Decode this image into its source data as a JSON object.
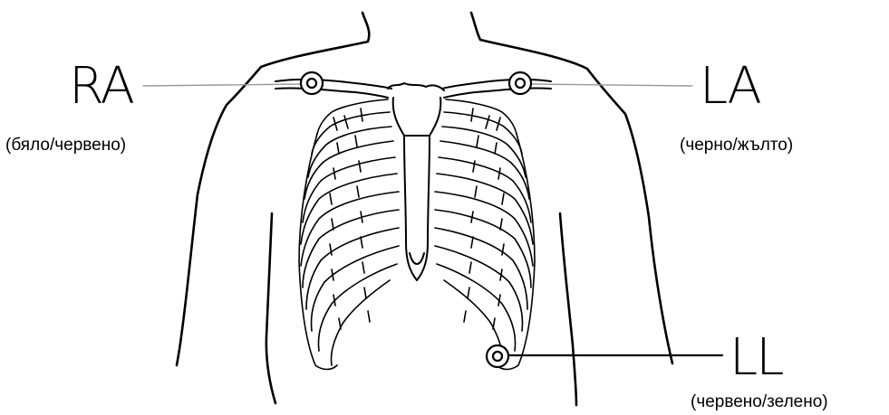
{
  "electrodes": {
    "ra": {
      "code": "RA",
      "color_note": "(бяло/червено)"
    },
    "la": {
      "code": "LA",
      "color_note": "(черно/жълто)"
    },
    "ll": {
      "code": "LL",
      "color_note": "(червено/зелено)"
    }
  },
  "colors": {
    "stroke": "#000000",
    "leader_line": "#9a9a9a",
    "background": "#ffffff"
  },
  "icons": {
    "electrode": "electrode-snap-icon",
    "torso": "torso-ribcage-outline"
  }
}
